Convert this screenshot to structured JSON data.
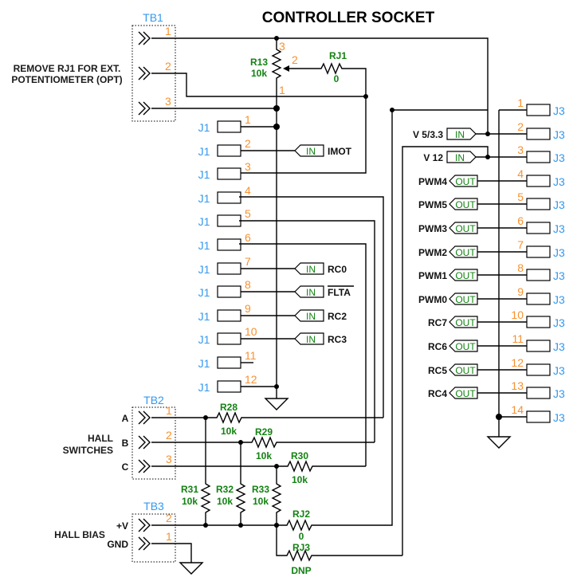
{
  "title": "CONTROLLER SOCKET",
  "colors": {
    "ref": "#3399ee",
    "pin": "#f7912f",
    "component": "#128212",
    "wire": "#000000"
  },
  "tb1": {
    "ref": "TB1",
    "note_line1": "REMOVE RJ1 FOR EXT.",
    "note_line2": "POTENTIOMETER (OPT)",
    "pins": [
      "1",
      "2",
      "3"
    ]
  },
  "r13": {
    "ref": "R13",
    "value": "10k",
    "pins": [
      "3",
      "2",
      "1"
    ]
  },
  "rj1": {
    "ref": "RJ1",
    "value": "0"
  },
  "j1": {
    "ref": "J1",
    "pins": [
      {
        "num": "1",
        "net": ""
      },
      {
        "num": "2",
        "net": "IMOT",
        "dir": "IN"
      },
      {
        "num": "3",
        "net": ""
      },
      {
        "num": "4",
        "net": ""
      },
      {
        "num": "5",
        "net": ""
      },
      {
        "num": "6",
        "net": ""
      },
      {
        "num": "7",
        "net": "RC0",
        "dir": "IN"
      },
      {
        "num": "8",
        "net": "FLTA",
        "dir": "IN",
        "overbar": true
      },
      {
        "num": "9",
        "net": "RC2",
        "dir": "IN"
      },
      {
        "num": "10",
        "net": "RC3",
        "dir": "IN"
      },
      {
        "num": "11",
        "net": ""
      },
      {
        "num": "12",
        "net": ""
      }
    ]
  },
  "j3": {
    "ref": "J3",
    "pins": [
      {
        "num": "1",
        "net": ""
      },
      {
        "num": "2",
        "net": "V 5/3.3",
        "dir": "IN"
      },
      {
        "num": "3",
        "net": "V 12",
        "dir": "IN"
      },
      {
        "num": "4",
        "net": "PWM4",
        "dir": "OUT"
      },
      {
        "num": "5",
        "net": "PWM5",
        "dir": "OUT"
      },
      {
        "num": "6",
        "net": "PWM3",
        "dir": "OUT"
      },
      {
        "num": "7",
        "net": "PWM2",
        "dir": "OUT"
      },
      {
        "num": "8",
        "net": "PWM1",
        "dir": "OUT"
      },
      {
        "num": "9",
        "net": "PWM0",
        "dir": "OUT"
      },
      {
        "num": "10",
        "net": "RC7",
        "dir": "OUT"
      },
      {
        "num": "11",
        "net": "RC6",
        "dir": "OUT"
      },
      {
        "num": "12",
        "net": "RC5",
        "dir": "OUT"
      },
      {
        "num": "13",
        "net": "RC4",
        "dir": "OUT"
      },
      {
        "num": "14",
        "net": ""
      }
    ]
  },
  "tb2": {
    "ref": "TB2",
    "label_line1": "HALL",
    "label_line2": "SWITCHES",
    "pins": [
      {
        "num": "1",
        "label": "A"
      },
      {
        "num": "2",
        "label": "B"
      },
      {
        "num": "3",
        "label": "C"
      }
    ]
  },
  "series_resistors": [
    {
      "ref": "R28",
      "value": "10k"
    },
    {
      "ref": "R29",
      "value": "10k"
    },
    {
      "ref": "R30",
      "value": "10k"
    }
  ],
  "pullup_resistors": [
    {
      "ref": "R31",
      "value": "10k"
    },
    {
      "ref": "R32",
      "value": "10k"
    },
    {
      "ref": "R33",
      "value": "10k"
    }
  ],
  "tb3": {
    "ref": "TB3",
    "label": "HALL BIAS",
    "pins": [
      {
        "num": "2",
        "label": "+V"
      },
      {
        "num": "1",
        "label": "GND"
      }
    ]
  },
  "rj2": {
    "ref": "RJ2",
    "value": "0"
  },
  "rj3": {
    "ref": "RJ3",
    "value": "DNP"
  }
}
